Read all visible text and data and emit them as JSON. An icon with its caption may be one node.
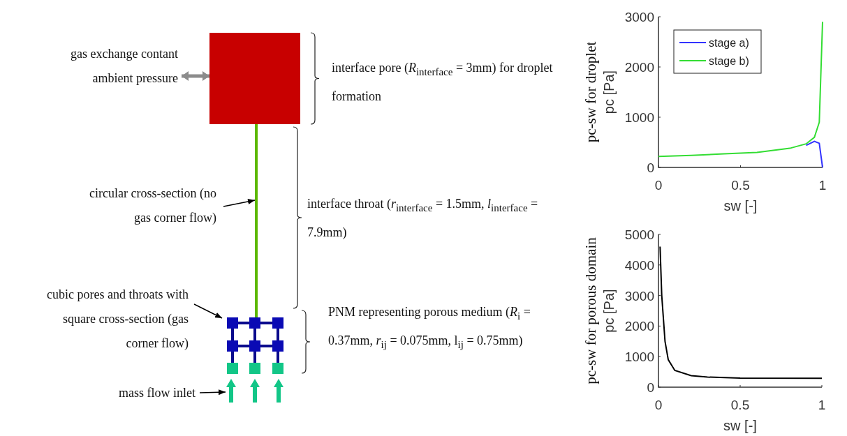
{
  "diagram": {
    "nodes": [
      {
        "text": [
          "gas exchange contant ambient pressure"
        ]
      },
      {
        "text": [],
        "shape": "box",
        "beside": [
          "interface pore (*R*$_{interface}$ = 3mm) for droplet formation"
        ]
      },
      {
        "text": [],
        "shape": "bar",
        "beside": [
          "interface throat  (*r*$_{interface}$ = 1.5mm, *l*$_{interface}$ = 7.9mm)"
        ]
      },
      {
        "text": [
          "circular cross-section (no gas corner flow)"
        ]
      },
      {
        "text": [
          "cubic pores and throats with square cross-section (gas corner flow)"
        ]
      },
      {
        "text": [],
        "shape": "picture",
        "beside": [
          "PNM representing porous medium (*R*$_{i}$ = 0.37mm, *r*$_{ij}$ = 0.075mm, l$_{ij}$ = 0.75mm)"
        ]
      },
      {
        "text": [
          "mass flow inlet"
        ]
      },
      {
        "text": [],
        "shape": "arrow"
      }
    ],
    "edges": [
      {
        "from": 0,
        "to": 1,
        "arrow": "both",
        "style": "thick",
        "color": "#8c8c8c"
      },
      {
        "from": 3,
        "to": 2,
        "arrow": "to"
      },
      {
        "from": 4,
        "to": 5,
        "arrow": "to"
      },
      {
        "from": 6,
        "to": 7,
        "arrow": "to"
      }
    ],
    "chart_data": [
      {
        "type": "line",
        "title": "pc-sw for droplet",
        "xlabel": "sw [-]",
        "ylabel": "pc [Pa]",
        "x": [
          0,
          0.2,
          0.4,
          0.6,
          0.8,
          0.9,
          0.95,
          0.98,
          1
        ],
        "series": [
          {
            "name": "stage a)",
            "color": "#3333ff",
            "values": [
              null,
              null,
              null,
              null,
              null,
              440,
              520,
              480,
              0
            ]
          },
          {
            "name": "stage b)",
            "color": "#33dd33",
            "values": [
              220,
              240,
              270,
              300,
              380,
              470,
              600,
              900,
              2900
            ]
          }
        ],
        "legend": "upper left",
        "xlim": [
          0,
          1
        ],
        "ylim": [
          0,
          3000
        ],
        "xticks": [
          0,
          0.5,
          1
        ],
        "yticks": [
          0,
          1000,
          2000,
          3000
        ]
      },
      {
        "type": "line",
        "title": "pc-sw for porous domain",
        "xlabel": "sw [-]",
        "ylabel": "pc [Pa]",
        "x": [
          0.01,
          0.02,
          0.04,
          0.06,
          0.1,
          0.2,
          0.3,
          0.5,
          1
        ],
        "series": [
          {
            "color": "#000000",
            "values": [
              4600,
              3000,
              1500,
              900,
              550,
              380,
              330,
              300,
              290
            ]
          }
        ],
        "xlim": [
          0,
          1
        ],
        "ylim": [
          0,
          5000
        ],
        "xticks": [
          0,
          0.5,
          1
        ],
        "yticks": [
          0,
          1000,
          2000,
          3000,
          4000,
          5000
        ]
      }
    ]
  }
}
